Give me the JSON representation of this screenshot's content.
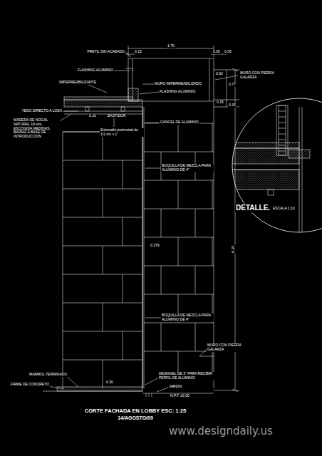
{
  "diagram": {
    "title": "CORTE FACHADA EN LOBBY ESC: 1:25",
    "caption": "14/AGOSTO/09",
    "labels": [
      "PRETIL SIN ACABADO",
      "1.70",
      "0.15",
      "0.05",
      "0.05",
      "FLASHING ALUMINIO",
      "0.62",
      "MURO CON PIEDRA GALARZA",
      "IMPERMEABILIZANTE",
      "MURO IMPERMEABILIZADO",
      "0.77",
      "FLASHING ALUMINIO",
      "0.15",
      "0.33",
      "YESO DIRECTO A LOSA",
      "0.10",
      "BASTIDOR",
      "MADERA DE NOGAL NATURAL 19 mm. ESCOGIDA MEDIDAS, BARNIZ A BASE DE INTRODUCCION",
      "Entrecalle perimetral de 1/2 cm x 1\"",
      "CANCEL DE ALUMINIO",
      "BOQUILLA DE MEZCLA PARA ALUMINIO DE 4\"",
      "0.379",
      "6.15",
      "BOQUILLA DE MEZCLA PARA ALUMINIO DE 4\"",
      "MURO CON PIEDRA GALARZA",
      "MARMOL TERMINADO",
      "FIRME DE CONCRETO",
      "0.30",
      "DESNIVEL DE 3\" PARA RECIBIR PERFIL DE ALUMINIO",
      "JARDIN",
      "N.P.T. ±0.00",
      "DETALLE.",
      "ESCALA 1:10",
      "www.designdaily.us"
    ]
  }
}
